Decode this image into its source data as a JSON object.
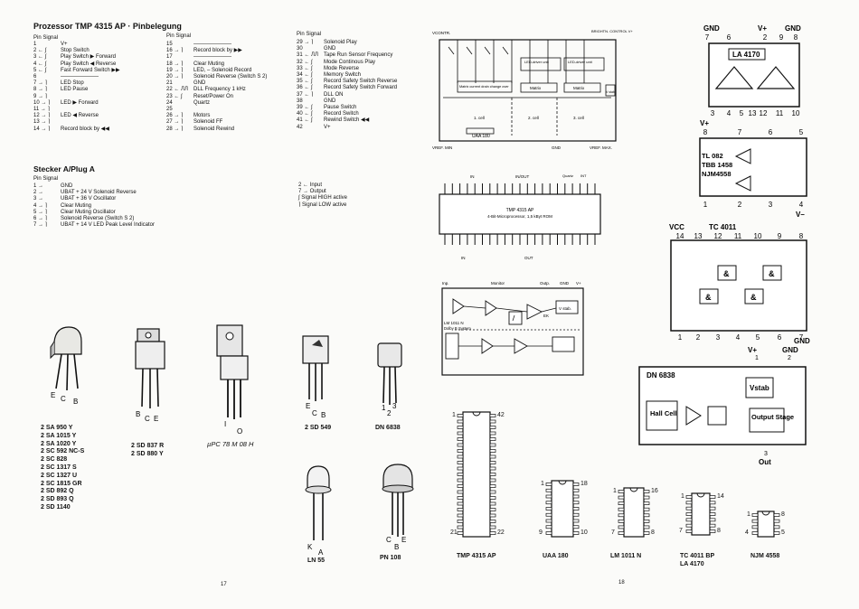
{
  "left_page": {
    "title": "Prozessor TMP 4315 AP · Pinbelegung",
    "col_header": "Pin Signal",
    "pins_col1": [
      {
        "n": "1",
        "d": "V+"
      },
      {
        "n": "2 ← ∫",
        "d": "Stop Switch"
      },
      {
        "n": "3 ← ∫",
        "d": "Play Switch ▶ Forward"
      },
      {
        "n": "4 ← ∫",
        "d": "Play Switch ◀ Reverse"
      },
      {
        "n": "5 ← ∫",
        "d": "Fast Forward Switch ▶▶"
      },
      {
        "n": "6",
        "d": "———————"
      },
      {
        "n": "7 → ⌉",
        "d": "LED Stop"
      },
      {
        "n": "8 → ⌉",
        "d": "LED Pause"
      },
      {
        "n": "9 → ⌉",
        "d": ""
      },
      {
        "n": "10 → ⌉",
        "d": "LED ▶ Forward"
      },
      {
        "n": "11 → ⌉",
        "d": ""
      },
      {
        "n": "12 → ⌉",
        "d": "LED ◀ Reverse"
      },
      {
        "n": "13 → ⌉",
        "d": ""
      },
      {
        "n": "14 → ⌉",
        "d": "Record block by ◀◀"
      }
    ],
    "pins_col2": [
      {
        "n": "15",
        "d": "———————"
      },
      {
        "n": "16 → ⌉",
        "d": "Record block by ▶▶"
      },
      {
        "n": "17",
        "d": "———————"
      },
      {
        "n": "18 → ⌉",
        "d": "Clear Muting"
      },
      {
        "n": "19 → ⌉",
        "d": "LED, – Solenoid Record"
      },
      {
        "n": "20 → ⌉",
        "d": "Solenoid Reverse (Switch S 2)"
      },
      {
        "n": "21",
        "d": "GND"
      },
      {
        "n": "22 ← ЛЛ",
        "d": "DLL Frequency 1 kHz"
      },
      {
        "n": "23 ← ∫",
        "d": "Reset/Power On"
      },
      {
        "n": "24",
        "d": "Quartz"
      },
      {
        "n": "25",
        "d": ""
      },
      {
        "n": "26 → ⌉",
        "d": "Motors"
      },
      {
        "n": "27 → ⌉",
        "d": "Solenoid FF"
      },
      {
        "n": "28 → ⌉",
        "d": "Solenoid Rewind"
      }
    ],
    "pins_col3": [
      {
        "n": "29 → ⌉",
        "d": "Solenoid Play"
      },
      {
        "n": "30",
        "d": "GND"
      },
      {
        "n": "31 ← ЛЛ",
        "d": "Tape Run Sensor Frequency"
      },
      {
        "n": "32 ← ∫",
        "d": "Mode Continous Play"
      },
      {
        "n": "33 ← ∫",
        "d": "Mode Reverse"
      },
      {
        "n": "34 ← ∫",
        "d": "Memory Switch"
      },
      {
        "n": "35 ← ∫",
        "d": "Record Safety Switch Reverse"
      },
      {
        "n": "36 ← ∫",
        "d": "Record Safety Switch Forward"
      },
      {
        "n": "37 ← ⌉",
        "d": "DLL ON"
      },
      {
        "n": "38",
        "d": "GND"
      },
      {
        "n": "39 ← ∫",
        "d": "Pause Switch"
      },
      {
        "n": "40 ← ∫",
        "d": "Record Switch"
      },
      {
        "n": "41 ← ∫",
        "d": "Rewind Switch ◀◀"
      },
      {
        "n": "42",
        "d": "V+"
      }
    ],
    "stecker_title": "Stecker A/Plug A",
    "stecker_header": "Pin Signal",
    "stecker_pins": [
      {
        "n": "1 →",
        "d": "GND"
      },
      {
        "n": "2 →",
        "d": "UBAT + 24 V  Solenoid Reverse"
      },
      {
        "n": "3 →",
        "d": "UBAT + 36 V  Oscillator"
      },
      {
        "n": "4 → ⌉",
        "d": "Clear Muting"
      },
      {
        "n": "5 → ⌉",
        "d": "Clear Muting Oscillator"
      },
      {
        "n": "6 → ⌉",
        "d": "Solenoid Reverse (Switch S 2)"
      },
      {
        "n": "7 → ⌉",
        "d": "UBAT + 14 V  LED Peak Level Indicator"
      }
    ],
    "legend": [
      "2 ← Input",
      "7 → Output",
      "∫ Signal HIGH active",
      "⌉ Signal LOW active"
    ],
    "transistor_lists": {
      "list1": [
        "2 SA 950 Y",
        "2 SA 1015 Y",
        "2 SA 1020 Y",
        "2 SC 592 NC-S",
        "2 SC 828",
        "2 SC 1317 S",
        "2 SC 1327 U",
        "2 SC 1815 GR",
        "2 SD 892 Q",
        "2 SD 893 Q",
        "2 SD 1140"
      ],
      "list2": [
        "2 SD 837 R",
        "2 SD 880 Y"
      ],
      "upc": "µPC 78 M 08 H",
      "sd549": "2 SD 549",
      "dn6838": "DN 6838",
      "ln55": "LN 55",
      "pn108": "PN 108"
    },
    "pin_letters": {
      "e": "E",
      "c": "C",
      "b": "B",
      "i": "I",
      "o": "O",
      "k": "K",
      "a": "A",
      "n1": "1",
      "n2": "2",
      "n3": "3"
    },
    "page_number": "17"
  },
  "right_page": {
    "uaa180": {
      "title": "UAA 180",
      "vcontr": "VCONTR.",
      "brightn": "BRIGHTN. CONTROL V+",
      "matrix_note": "Matrix current drain change over",
      "matrix": "Matrix",
      "led_driver": "LED-driver unit",
      "vref_min": "VREF. MIN",
      "gnd": "GND",
      "vref_max": "VREF. MAX.",
      "cell1": "1. cell",
      "cell2": "2. cell",
      "cell3": "3. cell",
      "vstab": "V stab"
    },
    "tmp4315": {
      "title": "TMP 4315 AP",
      "subtitle": "4-Bit-Microprocessor, 1,5 kByt ROM",
      "in": "IN",
      "inout": "IN/OUT",
      "out": "OUT",
      "quartz": "Quartz",
      "int": "INT"
    },
    "lm1011": {
      "title": "LM 1011 N",
      "subtitle": "Dolby B System",
      "inp": "Inp.",
      "monitor": "Monitor",
      "outp": "Outp.",
      "gnd": "GND",
      "vplus": "V+",
      "vstab": "V stab.",
      "ek": "EK"
    },
    "la4170": {
      "gnd1": "GND",
      "vplus": "V+",
      "gnd2": "GND",
      "name": "LA 4170",
      "top_pins": [
        "7",
        "6",
        "2",
        "9",
        "8"
      ],
      "bottom_pins": [
        "3",
        "4",
        "5",
        "13",
        "12",
        "11",
        "10"
      ]
    },
    "tl082": {
      "vplus": "V+",
      "vminus": "V–",
      "names": [
        "TL 082",
        "TBB 1458",
        "NJM4558"
      ],
      "top_pins": [
        "8",
        "7",
        "6",
        "5"
      ],
      "bottom_pins": [
        "1",
        "2",
        "3",
        "4"
      ]
    },
    "tc4011": {
      "vcc": "VCC",
      "name": "TC 4011",
      "gnd": "GND",
      "top_pins": [
        "14",
        "13",
        "12",
        "11",
        "10",
        "9",
        "8"
      ],
      "bottom_pins": [
        "1",
        "2",
        "3",
        "4",
        "5",
        "6",
        "7"
      ],
      "gate": "&"
    },
    "dn6838": {
      "vplus": "V+",
      "gnd": "GND",
      "pin1": "1",
      "pin2": "2",
      "name": "DN 6838",
      "vstab": "Vstab",
      "hall": "Hall Cell",
      "output": "Output Stage",
      "pin3": "3",
      "out": "Out"
    },
    "packages": [
      {
        "name": "TMP 4315 AP",
        "top_left": "1",
        "top_right": "42",
        "bot_left": "21",
        "bot_right": "22"
      },
      {
        "name": "UAA 180",
        "top_left": "1",
        "top_right": "18",
        "bot_left": "9",
        "bot_right": "10"
      },
      {
        "name": "LM 1011 N",
        "top_left": "1",
        "top_right": "16",
        "bot_left": "7",
        "bot_right": "8"
      },
      {
        "name": "TC 4011 BP",
        "name2": "LA 4170",
        "top_left": "1",
        "top_right": "14",
        "bot_left": "7",
        "bot_right": "8"
      },
      {
        "name": "NJM 4558",
        "top_left": "1",
        "top_right": "8",
        "bot_left": "4",
        "bot_right": "5"
      }
    ],
    "page_number": "18"
  }
}
